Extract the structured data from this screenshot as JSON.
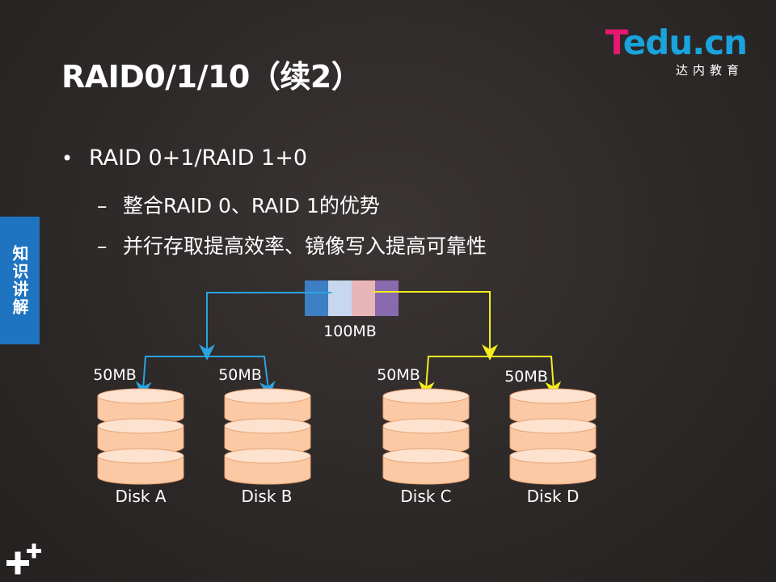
{
  "logo": {
    "brand_first": "T",
    "brand_rest": "edu.cn",
    "subtitle": "达内教育"
  },
  "title": "RAID0/1/10（续2）",
  "bullets": {
    "main": "RAID 0+1/RAID 1+0",
    "bullet_symbol": "•",
    "dash_symbol": "–",
    "sub": [
      "整合RAID 0、RAID 1的优势",
      "并行存取提高效率、镜像写入提高可靠性"
    ]
  },
  "side_tab": {
    "label": "知识讲解"
  },
  "diagram": {
    "source_label": "100MB",
    "branch_labels": [
      "50MB",
      "50MB",
      "50MB",
      "50MB"
    ],
    "disks": [
      "Disk A",
      "Disk B",
      "Disk C",
      "Disk D"
    ],
    "colors": {
      "left_arrow": "#2ba3e0",
      "right_arrow": "#f4ee1c",
      "block_1": "#3d7fc4",
      "block_2": "#c7d7ef",
      "block_3": "#e9b6b8",
      "block_4": "#8a6aae",
      "disk_fill": "#fbc9a3",
      "disk_top": "#fde3cf"
    }
  },
  "colors": {
    "background": "#2f2b2a",
    "accent": "#1e74c0",
    "logo_pink": "#e6186f",
    "logo_blue": "#1aa3dd"
  }
}
